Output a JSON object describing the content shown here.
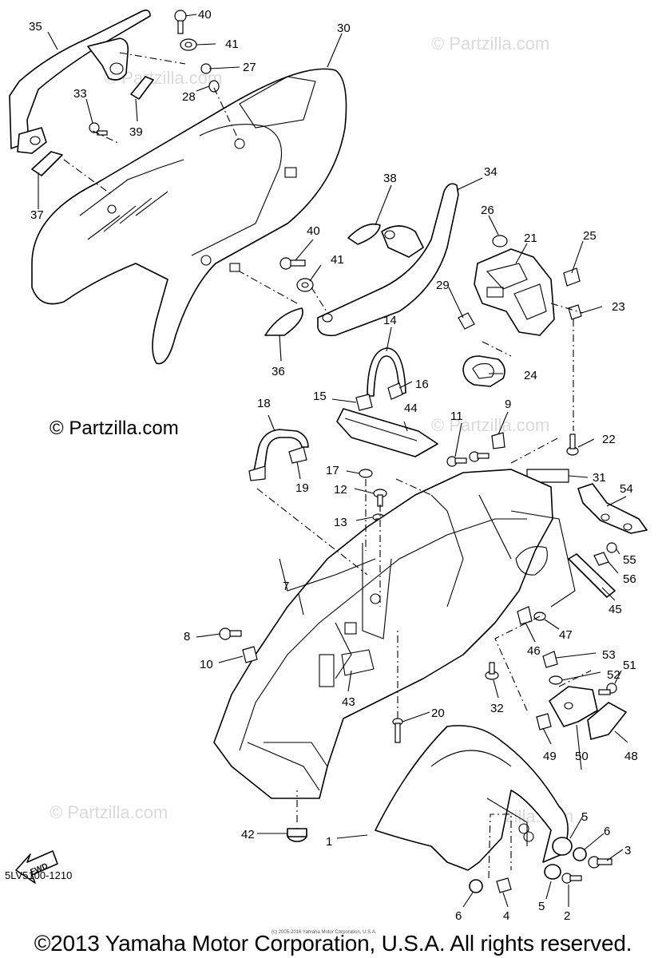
{
  "diagram": {
    "code": "5LV5100-1210",
    "copyright": "©2013 Yamaha Motor Corporation, U.S.A. All rights reserved.",
    "fine_print": "(c) 2005-2016 Yamaha Motor Corporation, U.S.A.",
    "watermark_main": "© Partzilla.com",
    "watermark_faint": "© Partzilla.com",
    "fwd_label": "FWD"
  },
  "callouts": {
    "c1": "1",
    "c2": "2",
    "c3": "3",
    "c4": "4",
    "c5a": "5",
    "c5b": "5",
    "c6a": "6",
    "c6b": "6",
    "c7": "7",
    "c8": "8",
    "c9": "9",
    "c10": "10",
    "c11": "11",
    "c12": "12",
    "c13": "13",
    "c14": "14",
    "c15": "15",
    "c16": "16",
    "c17": "17",
    "c18": "18",
    "c19": "19",
    "c20": "20",
    "c21": "21",
    "c22": "22",
    "c23": "23",
    "c24": "24",
    "c25": "25",
    "c26": "26",
    "c27": "27",
    "c28": "28",
    "c29": "29",
    "c30": "30",
    "c31": "31",
    "c32": "32",
    "c33": "33",
    "c34": "34",
    "c35": "35",
    "c36": "36",
    "c37": "37",
    "c38": "38",
    "c39": "39",
    "c40a": "40",
    "c40b": "40",
    "c41a": "41",
    "c41b": "41",
    "c42": "42",
    "c43": "43",
    "c44": "44",
    "c45": "45",
    "c46": "46",
    "c47": "47",
    "c48": "48",
    "c49": "49",
    "c50": "50",
    "c51": "51",
    "c52": "52",
    "c53": "53",
    "c54": "54",
    "c55": "55",
    "c56": "56"
  }
}
